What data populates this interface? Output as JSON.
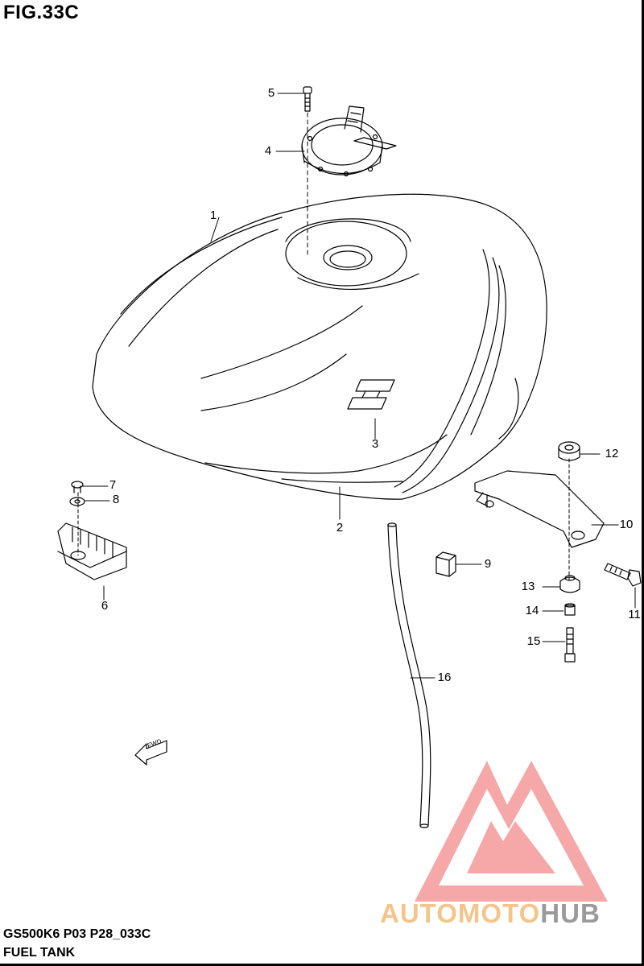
{
  "figure": {
    "title": "FIG.33C"
  },
  "footer": {
    "model_code": "GS500K6 P03 P28_033C",
    "part_group": "FUEL TANK"
  },
  "callouts": [
    "1",
    "2",
    "3",
    "4",
    "5",
    "6",
    "7",
    "8",
    "9",
    "10",
    "11",
    "12",
    "13",
    "14",
    "15",
    "16"
  ],
  "direction_arrow": {
    "label": "FWD"
  },
  "watermark": {
    "text_part1": "AUTOMOTO",
    "text_part2": "HUB",
    "color_primary": "#f08080",
    "color_secondary": "#9a9a9a"
  }
}
